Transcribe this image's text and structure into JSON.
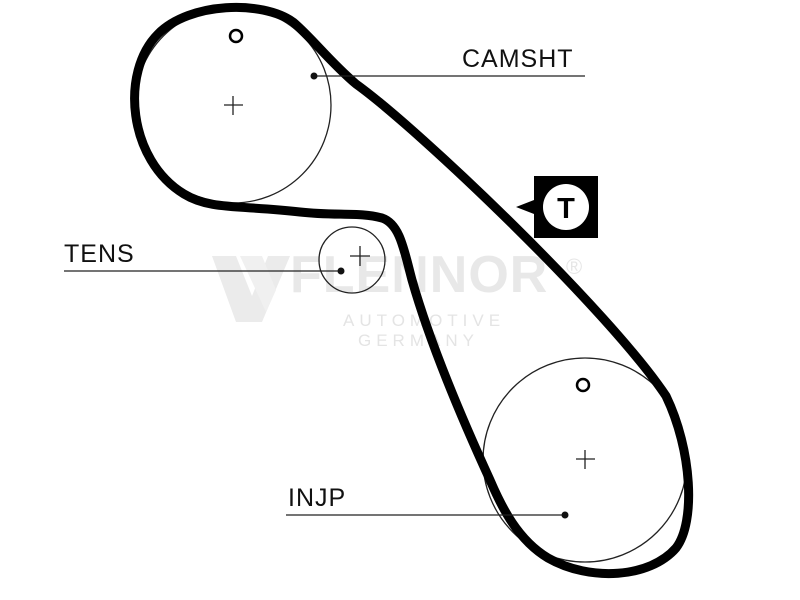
{
  "labels": {
    "camshaft": "CAMSHT",
    "tensioner": "TENS",
    "injection_pump": "INJP"
  },
  "timing_marker": {
    "letter": "T",
    "icon": "timing-mark-icon"
  },
  "watermark": {
    "brand": "FLENNOR",
    "line1": "AUTOMOTIVE",
    "line2": "GERMANY",
    "registered": "®",
    "logo_icon": "flennor-logo-icon"
  },
  "colors": {
    "belt": "#000000",
    "line": "#222222",
    "watermark": "#e6e6e6",
    "background": "#ffffff"
  }
}
